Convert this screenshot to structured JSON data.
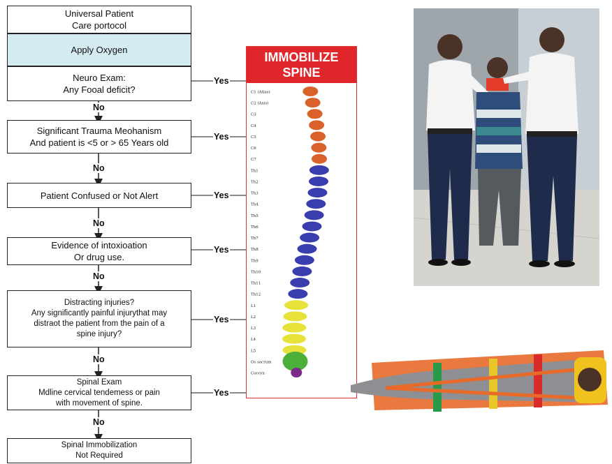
{
  "flowchart": {
    "steps": [
      {
        "lines": [
          "Universal Patient",
          "Care portocol"
        ]
      },
      {
        "lines": [
          "Apply Oxygen"
        ]
      },
      {
        "lines": [
          "Neuro Exam:",
          "Any Fooal deficit?"
        ]
      },
      {
        "lines": [
          "Significant Trauma Meohanism",
          "And patient is <5 or > 65 Years old"
        ]
      },
      {
        "lines": [
          "Patient Confused or Not Alert"
        ]
      },
      {
        "lines": [
          "Evidence of intoxioation",
          "Or drug use."
        ]
      },
      {
        "lines": [
          "Distracting injuries?",
          "Any significantly painful injurythat may",
          "distraot the patient from the pain of a",
          "spine injury?"
        ]
      },
      {
        "lines": [
          "Spinal Exam",
          "Mdline cervical tendemess or pain",
          "with movement of spine."
        ]
      },
      {
        "lines": [
          "Spinal Immobilization",
          "Not Required"
        ]
      }
    ],
    "no_label": "No",
    "yes_label": "Yes"
  },
  "spine_chart": {
    "title_line1": "IMMOBILIZE",
    "title_line2": "SPINE",
    "labels": [
      "C1 (Atlas)",
      "C2 (Axis)",
      "C3",
      "C4",
      "C5",
      "C6",
      "C7",
      "Th1",
      "Th2",
      "Th3",
      "Th4",
      "Th5",
      "Th6",
      "Th7",
      "Th8",
      "Th9",
      "Th10",
      "Th11",
      "Th12",
      "L1",
      "L2",
      "L3",
      "L4",
      "L5",
      "Os sacrum",
      "Coccyx"
    ],
    "colors": {
      "cervical": "#d9622b",
      "thoracic": "#3a3dad",
      "lumbar": "#e6e23a",
      "sacrum": "#4caf3a",
      "coccyx": "#7a2b8a",
      "frame": "#e0262b"
    }
  },
  "colors": {
    "oxygen_box": "#d4ebf2"
  }
}
